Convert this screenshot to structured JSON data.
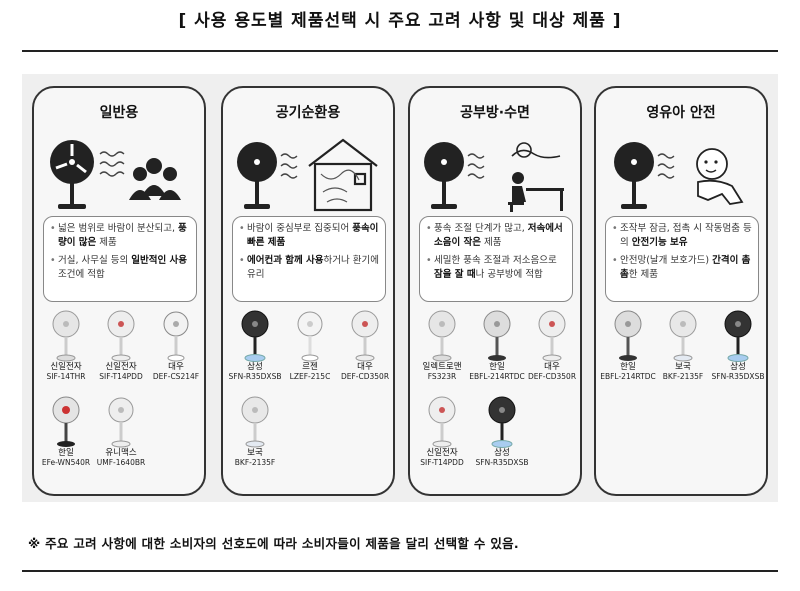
{
  "title": "[ 사용 용도별 제품선택 시 주요 고려 사항 및 대상 제품 ]",
  "footnote": "※ 주요 고려 사항에 대한 소비자의 선호도에 따라 소비자들이 제품을 달리 선택할 수 있음.",
  "colors": {
    "border": "#333333",
    "fan_dark": "#222222",
    "fan_light": "#e4e4e4",
    "accent_blue": "#a9cdf0"
  },
  "panels": [
    {
      "title": "일반용",
      "icon": "fan-wind-people-icon",
      "bullets": [
        {
          "pre": "넓은 범위로 바람이 분산되고, ",
          "bold": "풍량이 많은",
          "post": " 제품"
        },
        {
          "pre": "거실, 사무실 등의 ",
          "bold": "일반적인 사용",
          "post": " 조건에 적합"
        }
      ],
      "products": [
        {
          "brand": "신일전자",
          "model": "SIF-14THR"
        },
        {
          "brand": "신일전자",
          "model": "SIF-T14PDD"
        },
        {
          "brand": "대우",
          "model": "DEF-CS214F"
        },
        {
          "brand": "한일",
          "model": "EFe-WN540R"
        },
        {
          "brand": "유니맥스",
          "model": "UMF-1640BR"
        }
      ]
    },
    {
      "title": "공기순환용",
      "icon": "fan-wind-house-icon",
      "bullets": [
        {
          "pre": "바람이 중심부로 집중되어 ",
          "bold": "풍속이 빠른 제품",
          "post": ""
        },
        {
          "pre": "",
          "bold": "에어컨과 함께 사용",
          "post": "하거나 환기에 유리"
        }
      ],
      "products": [
        {
          "brand": "삼성",
          "model": "SFN-R35DXSB"
        },
        {
          "brand": "르젠",
          "model": "LZEF-215C"
        },
        {
          "brand": "대우",
          "model": "DEF-CD350R"
        },
        {
          "brand": "보국",
          "model": "BKF-2135F"
        }
      ]
    },
    {
      "title": "공부방·수면",
      "icon": "fan-sleep-study-icon",
      "bullets": [
        {
          "pre": "풍속 조절 단계가 많고, ",
          "bold": "저속에서 소음이 작은",
          "post": " 제품"
        },
        {
          "pre": "세밀한 풍속 조절과 저소음으로 ",
          "bold": "잠을 잘 때",
          "post": "나 공부방에 적합"
        }
      ],
      "products": [
        {
          "brand": "일렉트로맨",
          "model": "FS323R"
        },
        {
          "brand": "한일",
          "model": "EBFL-214RTDC"
        },
        {
          "brand": "대우",
          "model": "DEF-CD350R"
        },
        {
          "brand": "신일전자",
          "model": "SIF-T14PDD"
        },
        {
          "brand": "삼성",
          "model": "SFN-R35DXSB"
        }
      ]
    },
    {
      "title": "영유아 안전",
      "icon": "fan-baby-icon",
      "bullets": [
        {
          "pre": "조작부 잠금, 접촉 시 작동멈춤 등의 ",
          "bold": "안전기능 보유",
          "post": ""
        },
        {
          "pre": "안전망(날개 보호가드) ",
          "bold": "간격이 촘촘",
          "post": "한 제품"
        }
      ],
      "products": [
        {
          "brand": "한일",
          "model": "EBFL-214RTDC"
        },
        {
          "brand": "보국",
          "model": "BKF-2135F"
        },
        {
          "brand": "삼성",
          "model": "SFN-R35DXSB"
        }
      ]
    }
  ]
}
